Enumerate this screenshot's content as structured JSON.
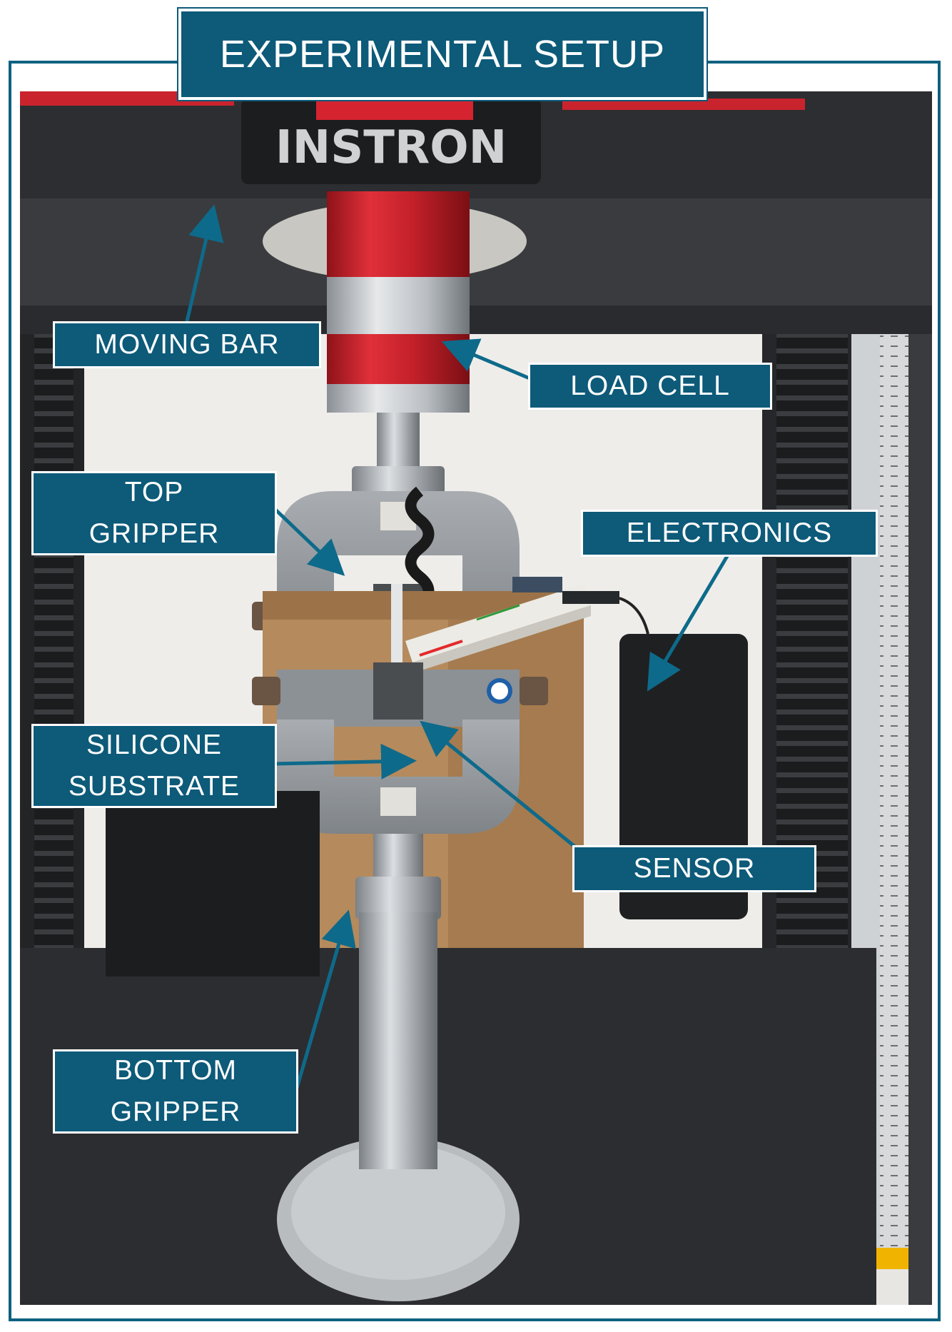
{
  "title": "EXPERIMENTAL SETUP",
  "labels": {
    "moving_bar": "MOVING BAR",
    "load_cell": "LOAD CELL",
    "top_gripper_line1": "TOP",
    "top_gripper_line2": "GRIPPER",
    "electronics": "ELECTRONICS",
    "silicone_line1": "SILICONE",
    "silicone_line2": "SUBSTRATE",
    "sensor": "SENSOR",
    "bottom_gripper_line1": "BOTTOM",
    "bottom_gripper_line2": "GRIPPER"
  },
  "photo": {
    "brand": "INSTRON"
  },
  "colors": {
    "label_bg": "#0d5a79",
    "frame": "#0e6180",
    "arrow": "#0e6a8a",
    "load_cell_red": "#d0242e"
  }
}
